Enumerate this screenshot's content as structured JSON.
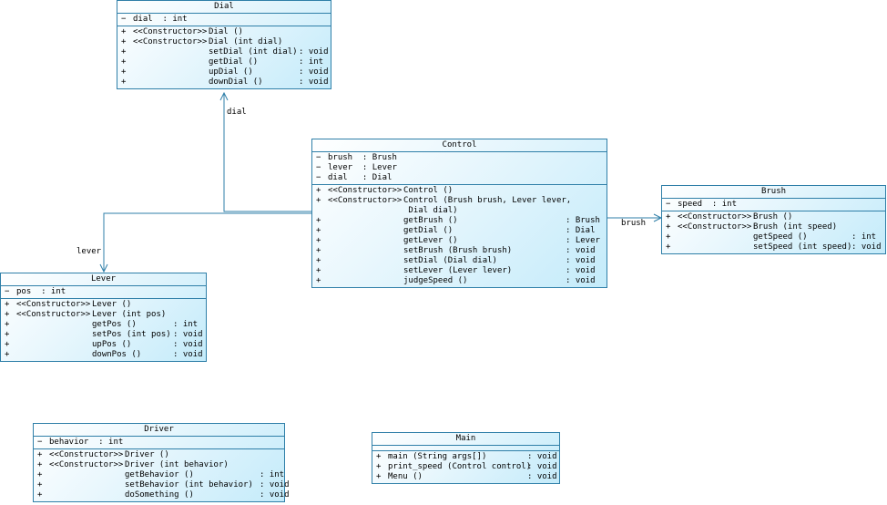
{
  "classes": {
    "dial": {
      "name": "Dial",
      "fields": [
        {
          "vis": "−",
          "text": "dial  : int"
        }
      ],
      "methods": [
        {
          "vis": "+",
          "stereo": "<<Constructor>>",
          "sig": "Dial ()",
          "ret": ""
        },
        {
          "vis": "+",
          "stereo": "<<Constructor>>",
          "sig": "Dial (int dial)",
          "ret": ""
        },
        {
          "vis": "+",
          "stereo": "",
          "sig": "setDial (int dial)",
          "ret": ": void"
        },
        {
          "vis": "+",
          "stereo": "",
          "sig": "getDial ()",
          "ret": ": int"
        },
        {
          "vis": "+",
          "stereo": "",
          "sig": "upDial ()",
          "ret": ": void"
        },
        {
          "vis": "+",
          "stereo": "",
          "sig": "downDial ()",
          "ret": ": void"
        }
      ]
    },
    "control": {
      "name": "Control",
      "fields": [
        {
          "vis": "−",
          "text": "brush  : Brush"
        },
        {
          "vis": "−",
          "text": "lever  : Lever"
        },
        {
          "vis": "−",
          "text": "dial   : Dial"
        }
      ],
      "methods": [
        {
          "vis": "+",
          "stereo": "<<Constructor>>",
          "sig": "Control ()",
          "ret": ""
        },
        {
          "vis": "+",
          "stereo": "<<Constructor>>",
          "sig": "Control (Brush brush, Lever lever,",
          "ret": ""
        },
        {
          "vis": "",
          "stereo": "",
          "sig": " Dial dial)",
          "ret": ""
        },
        {
          "vis": "+",
          "stereo": "",
          "sig": "getBrush ()",
          "ret": ": Brush"
        },
        {
          "vis": "+",
          "stereo": "",
          "sig": "getDial ()",
          "ret": ": Dial"
        },
        {
          "vis": "+",
          "stereo": "",
          "sig": "getLever ()",
          "ret": ": Lever"
        },
        {
          "vis": "+",
          "stereo": "",
          "sig": "setBrush (Brush brush)",
          "ret": ": void"
        },
        {
          "vis": "+",
          "stereo": "",
          "sig": "setDial (Dial dial)",
          "ret": ": void"
        },
        {
          "vis": "+",
          "stereo": "",
          "sig": "setLever (Lever lever)",
          "ret": ": void"
        },
        {
          "vis": "+",
          "stereo": "",
          "sig": "judgeSpeed ()",
          "ret": ": void"
        }
      ]
    },
    "brush": {
      "name": "Brush",
      "fields": [
        {
          "vis": "−",
          "text": "speed  : int"
        }
      ],
      "methods": [
        {
          "vis": "+",
          "stereo": "<<Constructor>>",
          "sig": "Brush ()",
          "ret": ""
        },
        {
          "vis": "+",
          "stereo": "<<Constructor>>",
          "sig": "Brush (int speed)",
          "ret": ""
        },
        {
          "vis": "+",
          "stereo": "",
          "sig": "getSpeed ()",
          "ret": ": int"
        },
        {
          "vis": "+",
          "stereo": "",
          "sig": "setSpeed (int speed)",
          "ret": ": void"
        }
      ]
    },
    "lever": {
      "name": "Lever",
      "fields": [
        {
          "vis": "−",
          "text": "pos  : int"
        }
      ],
      "methods": [
        {
          "vis": "+",
          "stereo": "<<Constructor>>",
          "sig": "Lever ()",
          "ret": ""
        },
        {
          "vis": "+",
          "stereo": "<<Constructor>>",
          "sig": "Lever (int pos)",
          "ret": ""
        },
        {
          "vis": "+",
          "stereo": "",
          "sig": "getPos ()",
          "ret": ": int"
        },
        {
          "vis": "+",
          "stereo": "",
          "sig": "setPos (int pos)",
          "ret": ": void"
        },
        {
          "vis": "+",
          "stereo": "",
          "sig": "upPos ()",
          "ret": ": void"
        },
        {
          "vis": "+",
          "stereo": "",
          "sig": "downPos ()",
          "ret": ": void"
        }
      ]
    },
    "driver": {
      "name": "Driver",
      "fields": [
        {
          "vis": "−",
          "text": "behavior  : int"
        }
      ],
      "methods": [
        {
          "vis": "+",
          "stereo": "<<Constructor>>",
          "sig": "Driver ()",
          "ret": ""
        },
        {
          "vis": "+",
          "stereo": "<<Constructor>>",
          "sig": "Driver (int behavior)",
          "ret": ""
        },
        {
          "vis": "+",
          "stereo": "",
          "sig": "getBehavior ()",
          "ret": ": int"
        },
        {
          "vis": "+",
          "stereo": "",
          "sig": "setBehavior (int behavior)",
          "ret": ": void"
        },
        {
          "vis": "+",
          "stereo": "",
          "sig": "doSomething ()",
          "ret": ": void"
        }
      ]
    },
    "main": {
      "name": "Main",
      "fields": [],
      "methods": [
        {
          "vis": "+",
          "stereo": "",
          "sig": "main (String args[])",
          "ret": ": void"
        },
        {
          "vis": "+",
          "stereo": "",
          "sig": "print_speed (Control control)",
          "ret": ": void"
        },
        {
          "vis": "+",
          "stereo": "",
          "sig": "Menu ()",
          "ret": ": void"
        }
      ]
    }
  },
  "associations": {
    "dial": "dial",
    "lever": "lever",
    "brush": "brush"
  },
  "colors": {
    "border": "#2f7fa8",
    "line": "#2f7fa8",
    "fill": "#c4ebfa"
  }
}
